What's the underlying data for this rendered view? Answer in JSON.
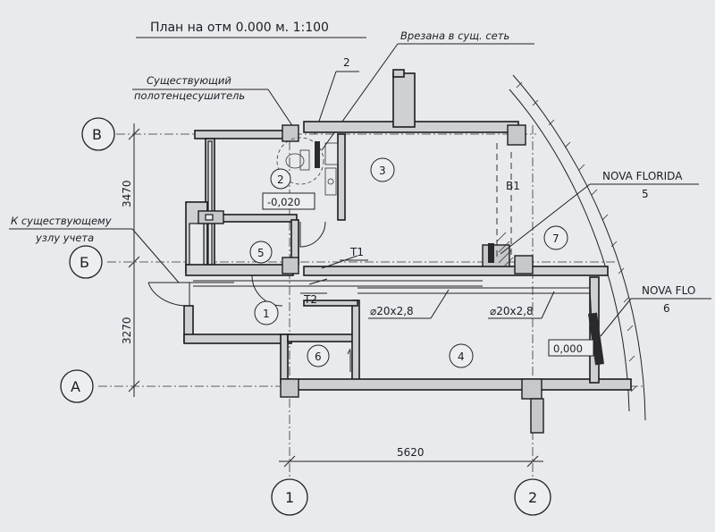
{
  "title": "План на отм 0.000  м. 1:100",
  "notes": {
    "tie_in": "Врезана в сущ. сеть",
    "towel_dryer_line1": "Существующий",
    "towel_dryer_line2": "полотенцесушитель",
    "meter_line1": "К существующему",
    "meter_line2": "узлу учета"
  },
  "axes": {
    "rows": [
      "В",
      "Б",
      "А"
    ],
    "columns": [
      "1",
      "2"
    ]
  },
  "dimensions": {
    "upper_span": "3470",
    "lower_span": "3270",
    "horizontal_span": "5620"
  },
  "rooms": [
    "1",
    "2",
    "3",
    "4",
    "5",
    "6",
    "7"
  ],
  "levels": {
    "bathroom": "-0,020",
    "main": "0,000"
  },
  "pipes": {
    "t1": "Т1",
    "t2": "Т2",
    "pipe_left": "⌀20x2,8",
    "pipe_right": "⌀20x2,8"
  },
  "callouts": {
    "riser": "В1",
    "riser_callout_number": "2",
    "nova_florida": "NOVA FLORIDA",
    "nova_florida_number": "5",
    "nova_flo": "NOVA FLO",
    "nova_flo_number": "6"
  }
}
